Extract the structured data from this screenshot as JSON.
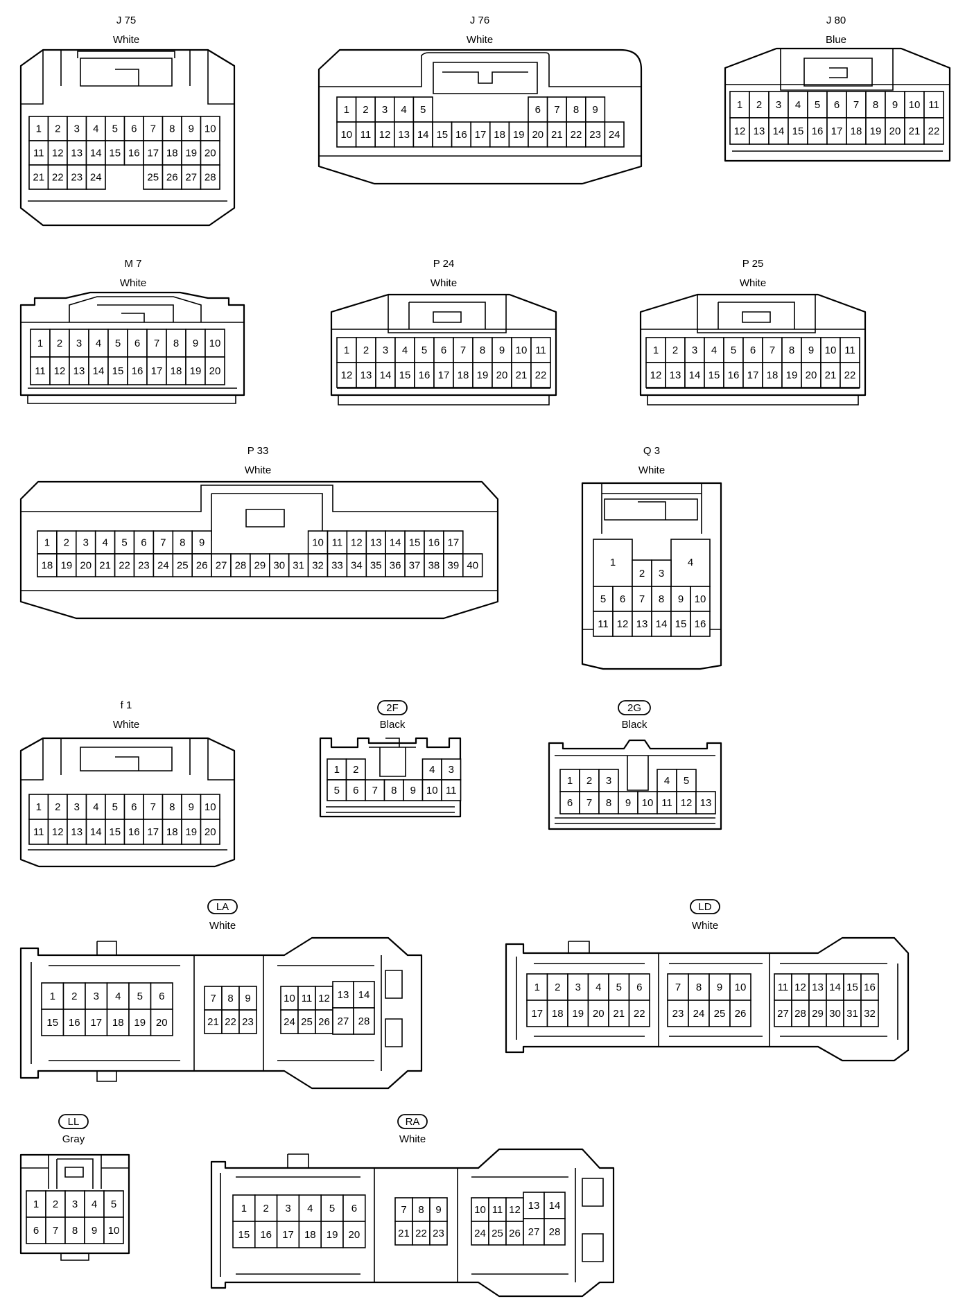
{
  "connectors": [
    {
      "code": "J 75",
      "color": "White"
    },
    {
      "code": "J 76",
      "color": "White"
    },
    {
      "code": "J 80",
      "color": "Blue"
    },
    {
      "code": "M 7",
      "color": "White"
    },
    {
      "code": "P 24",
      "color": "White"
    },
    {
      "code": "P 25",
      "color": "White"
    },
    {
      "code": "P 33",
      "color": "White"
    },
    {
      "code": "Q 3",
      "color": "White"
    },
    {
      "code": "f 1",
      "color": "White"
    },
    {
      "code": "2F",
      "color": "Black"
    },
    {
      "code": "2G",
      "color": "Black"
    },
    {
      "code": "LA",
      "color": "White"
    },
    {
      "code": "LD",
      "color": "White"
    },
    {
      "code": "LL",
      "color": "Gray"
    },
    {
      "code": "RA",
      "color": "White"
    }
  ]
}
